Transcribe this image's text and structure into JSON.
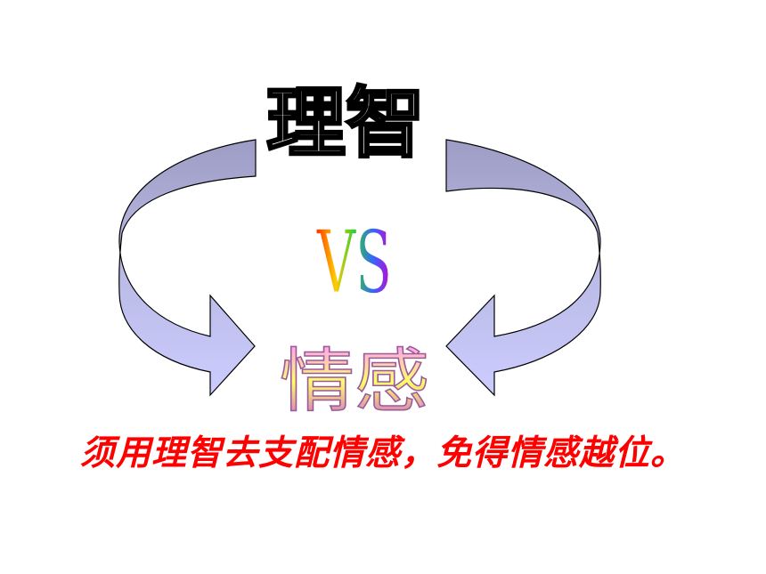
{
  "slide": {
    "top_word": "理智",
    "middle_word": "VS",
    "bottom_word": "情感",
    "caption": "须用理智去支配情感，免得情感越位。"
  },
  "colors": {
    "background": "#ffffff",
    "arrow_fill_light": "#ccccff",
    "arrow_fill_dark": "#9c9cc4",
    "arrow_stroke": "#000000",
    "top_word": "#000000",
    "caption": "#ff0000",
    "vs_gradient": [
      "#ff3300",
      "#ffcc00",
      "#33cc33",
      "#3366ff",
      "#cc00cc"
    ],
    "bottom_word_gradient": [
      "#ff99ff",
      "#ffff66",
      "#cc66cc"
    ],
    "shadow": "#b0b0b0"
  },
  "icons": {
    "left_arrow": "curved-arrow-down-right-icon",
    "right_arrow": "curved-arrow-down-left-icon"
  }
}
